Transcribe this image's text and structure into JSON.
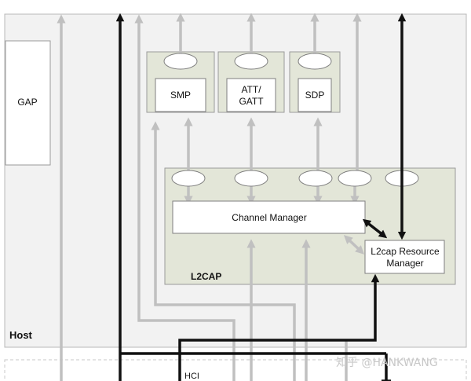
{
  "diagram": {
    "host_label": "Host",
    "hci_label": "HCI",
    "gap_label": "GAP",
    "smp_label": "SMP",
    "att_label_line1": "ATT/",
    "att_label_line2": "GATT",
    "sdp_label": "SDP",
    "l2cap_label": "L2CAP",
    "channel_manager_label": "Channel Manager",
    "resource_manager_line1": "L2cap Resource",
    "resource_manager_line2": "Manager",
    "watermark": "知乎 @HANKWANG"
  },
  "colors": {
    "host_bg": "#f2f2f2",
    "module_bg": "#e3e6d8",
    "gray_arrow": "#c0c0c0",
    "black_arrow": "#111111",
    "box_border": "#7f7f7f"
  }
}
